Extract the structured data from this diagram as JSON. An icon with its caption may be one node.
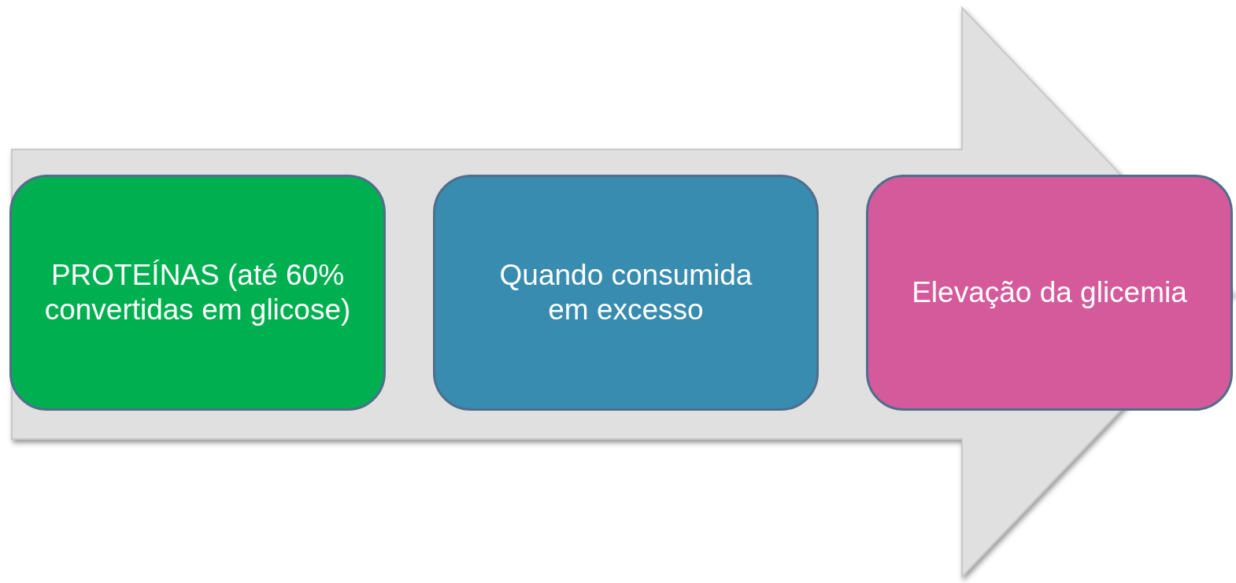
{
  "diagram": {
    "nodes": [
      {
        "text": [
          "PROTEÍNAS (até 60% convertidas em glicose)"
        ]
      },
      {
        "text": [
          "Quando consumida em excesso"
        ]
      },
      {
        "text": [
          "Elevação da glicemia"
        ]
      }
    ],
    "edges": [
      {
        "from": 0,
        "to": 2,
        "arrow": "to",
        "style": "thick"
      }
    ]
  }
}
